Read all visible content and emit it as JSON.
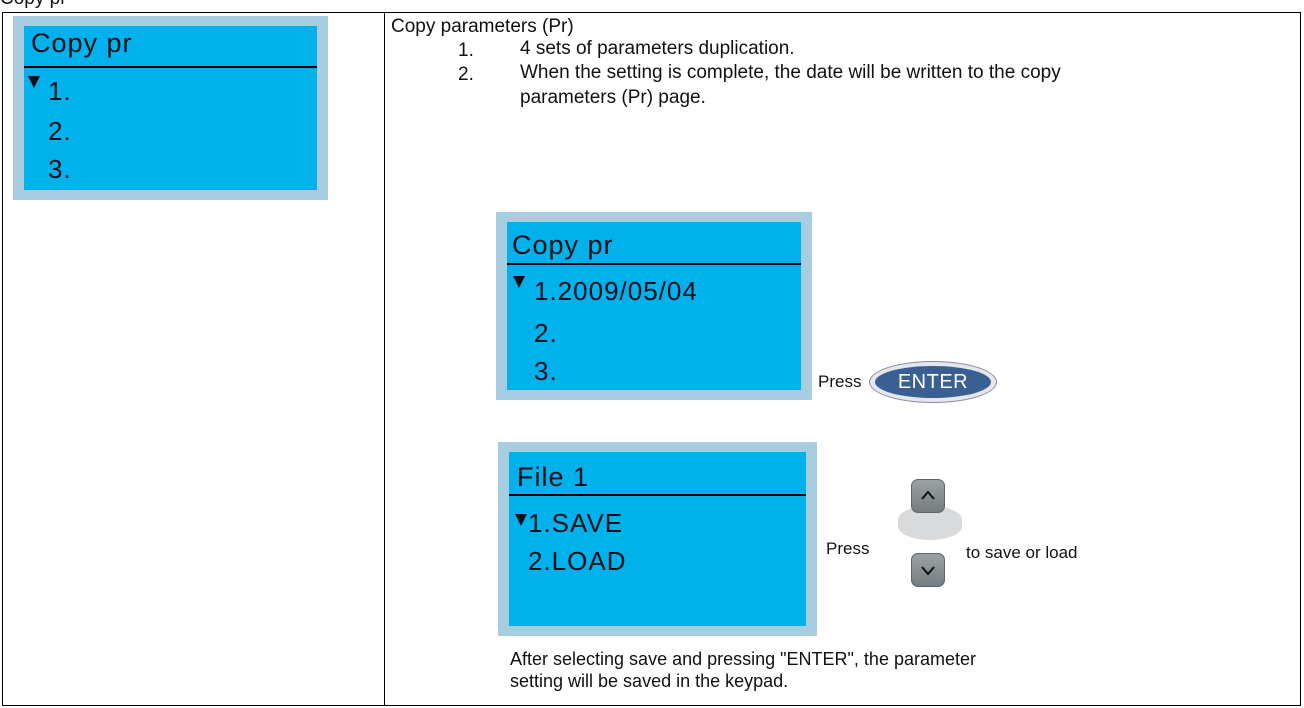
{
  "page": {
    "cut_heading": "Copy pr"
  },
  "screen_list": {
    "title": "Copy pr",
    "rows": [
      "1.",
      "2.",
      "3."
    ]
  },
  "description": {
    "title": "Copy parameters (Pr)",
    "items": [
      {
        "num": "1.",
        "text": "4 sets of parameters duplication."
      },
      {
        "num": "2.",
        "text_line1": "When the setting is complete, the date will be written to the copy",
        "text_line2": "parameters (Pr) page."
      }
    ]
  },
  "screen_dated": {
    "title": "Copy pr",
    "rows": [
      "1.2009/05/04",
      "2.",
      "3."
    ]
  },
  "enter_step": {
    "press": "Press",
    "button": "ENTER"
  },
  "screen_file": {
    "title": "File 1",
    "rows": [
      "1.SAVE",
      "2.LOAD"
    ]
  },
  "updown_step": {
    "press": "Press",
    "suffix": "to save or load",
    "up_icon": "up-arrow-key",
    "down_icon": "down-arrow-key"
  },
  "footnote": {
    "line1": "After selecting save and pressing \"ENTER\", the parameter",
    "line2": "setting will be saved in the keypad."
  },
  "colors": {
    "lcd_frame": "#a8cde0",
    "lcd_screen": "#00b1ec",
    "enter_button": "#3a5f92",
    "arrow_key": "#7d8588"
  }
}
